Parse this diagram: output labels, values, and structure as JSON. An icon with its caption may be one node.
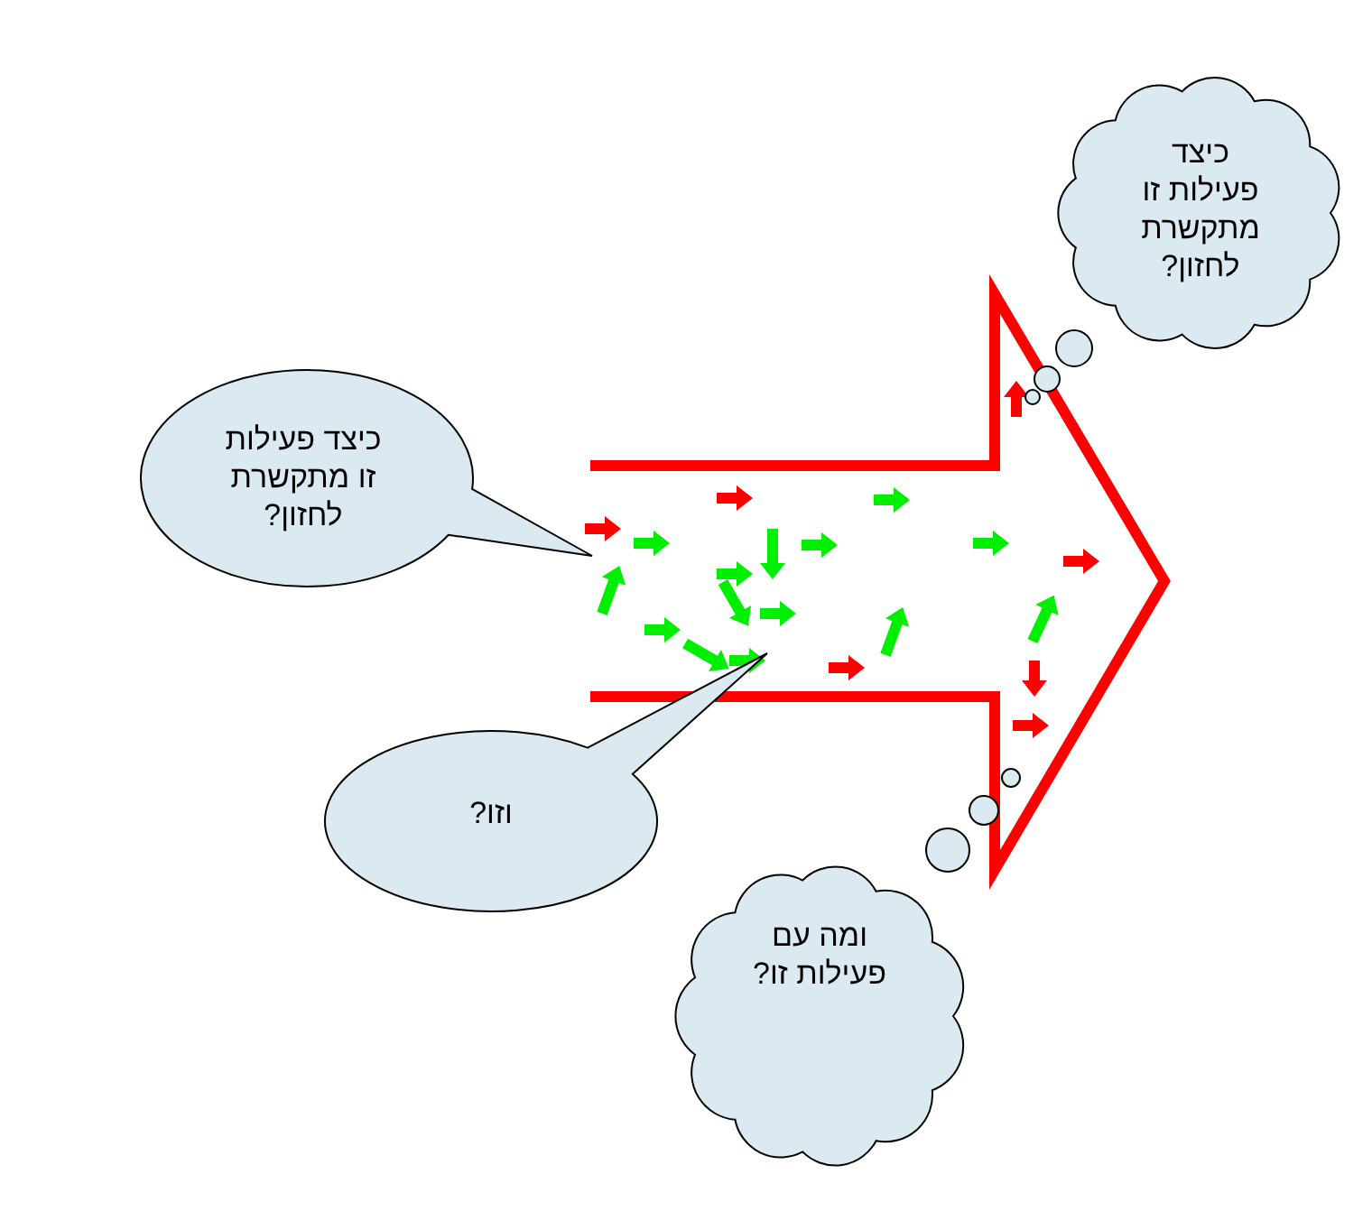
{
  "diagram": {
    "nodes": [
      {
        "text": [
          "כיצד פעילות זו מתקשרת לחזון?"
        ]
      },
      {
        "text": [
          "וזו?"
        ]
      },
      {
        "text": [
          "כיצד פעילות זו מתקשרת לחזון?"
        ]
      },
      {
        "text": [
          "ומה עם פעילות זו?"
        ]
      }
    ]
  }
}
